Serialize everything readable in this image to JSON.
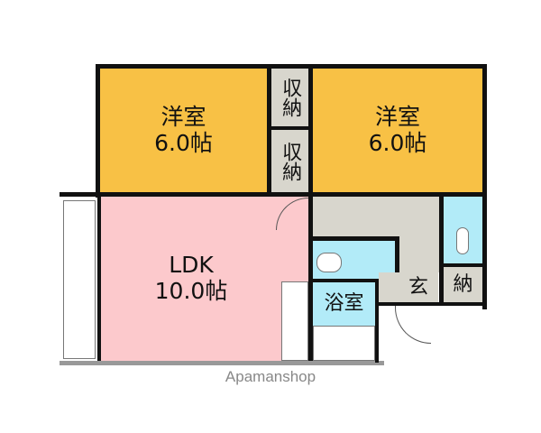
{
  "floor_plan": {
    "rooms": [
      {
        "id": "western-room-left",
        "name": "洋室",
        "size": "6.0帖"
      },
      {
        "id": "western-room-right",
        "name": "洋室",
        "size": "6.0帖"
      },
      {
        "id": "ldk",
        "name": "LDK",
        "size": "10.0帖"
      },
      {
        "id": "storage-top",
        "name": "収納"
      },
      {
        "id": "storage-bottom",
        "name": "収納"
      },
      {
        "id": "bathroom",
        "name": "浴室"
      },
      {
        "id": "entrance",
        "name": "玄"
      },
      {
        "id": "entrance-storage",
        "name": "納"
      }
    ],
    "colors": {
      "western": "#f8c145",
      "ldk": "#fcc9cc",
      "storage": "#d8d6cd",
      "wet": "#b2ebf8"
    }
  },
  "watermark": "Apamanshop"
}
